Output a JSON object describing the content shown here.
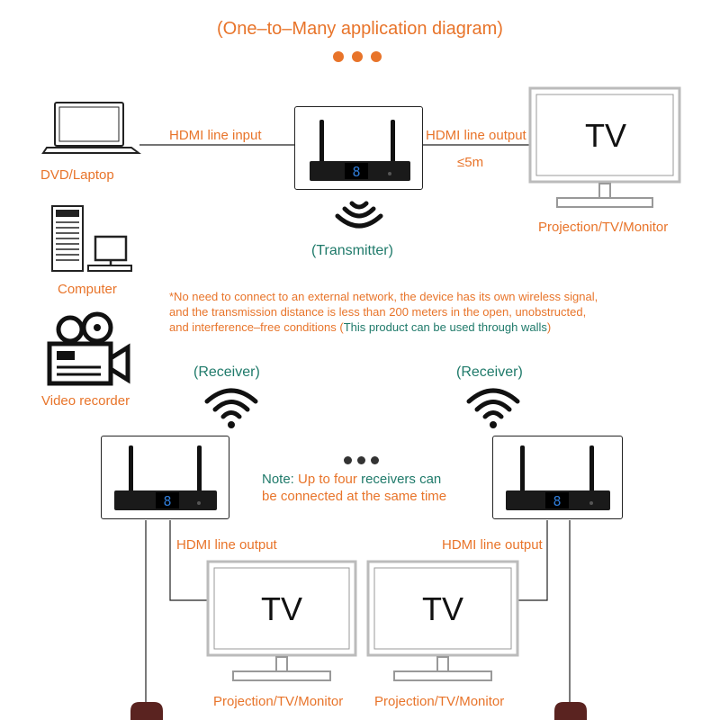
{
  "title": "(One–to–Many application diagram)",
  "sources": {
    "laptop": "DVD/Laptop",
    "computer": "Computer",
    "recorder": "Video recorder"
  },
  "transmitter": {
    "input_label": "HDMI line input",
    "output_label": "HDMI line output",
    "distance": "≤5m",
    "label": "(Transmitter)",
    "display": "8"
  },
  "top_tv": {
    "screen": "TV",
    "caption": "Projection/TV/Monitor"
  },
  "network_note": {
    "line1": "*No need to connect to an external network, the device has its own wireless signal,",
    "line2": "and the transmission distance is less than 200 meters in the open, unobstructed,",
    "line3_prefix": "and interference–free conditions (",
    "line3_highlight": "This product can be used through walls",
    "line3_suffix": ")"
  },
  "receivers": [
    {
      "label": "(Receiver)",
      "output_label": "HDMI line output",
      "display": "8"
    },
    {
      "label": "(Receiver)",
      "output_label": "HDMI line output",
      "display": "8"
    }
  ],
  "receiver_note": {
    "prefix": "Note: ",
    "line1_a": "Up to four",
    "line1_b": " receivers can",
    "line2": "be connected at the same time"
  },
  "bottom_tvs": [
    {
      "screen": "TV",
      "caption": "Projection/TV/Monitor"
    },
    {
      "screen": "TV",
      "caption": "Projection/TV/Monitor"
    }
  ],
  "colors": {
    "accent": "#e8742a",
    "teal": "#1f7a6a",
    "display": "#2f7bd6"
  }
}
